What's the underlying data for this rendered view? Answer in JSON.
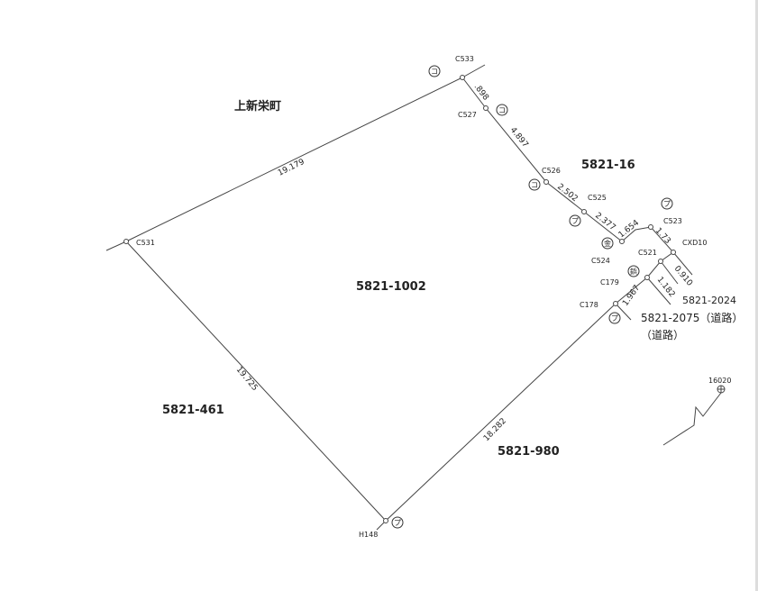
{
  "parcels": {
    "main": "5821-1002",
    "north_town": "上新栄町",
    "northeast": "5821-16",
    "west": "5821-461",
    "south": "5821-980",
    "road1": "5821-2024",
    "road2": "5821-2075（道路）",
    "road2_sub": "（道路）"
  },
  "points": {
    "C533": "C533",
    "C527": "C527",
    "C526": "C526",
    "C525": "C525",
    "C524": "C524",
    "C523": "C523",
    "CXD10": "CXD10",
    "C521": "C521",
    "C179": "C179",
    "C178": "C178",
    "H148": "H148",
    "C531": "C531",
    "benchmark": "16020"
  },
  "dimensions": {
    "north": "19.179",
    "west": "19.725",
    "south": "18.282",
    "c533_c527": ".898",
    "c527_c526": "4.897",
    "c526_c525": "2.502",
    "c525_c524": "2.377",
    "c524_c523": "1.654",
    "c523_cxd10": "1.73",
    "cxd10_c521": "0.910",
    "c521_c179": "1.182",
    "c179_c178": "1.967"
  },
  "markers": {
    "ko": "コ",
    "pu": "プ",
    "kin": "金",
    "byo": "鋲"
  }
}
